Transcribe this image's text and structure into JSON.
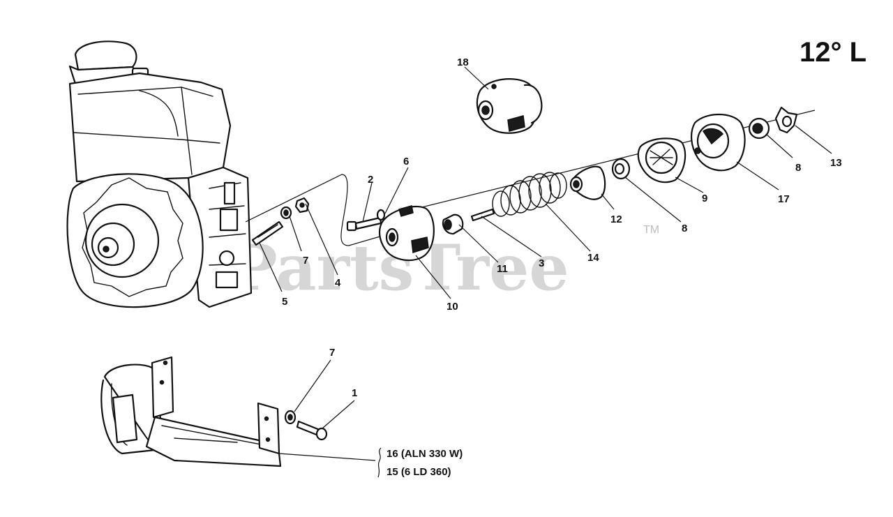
{
  "badge": "12° L",
  "watermark": {
    "text": "PartsTree",
    "tm": "TM"
  },
  "callouts": {
    "c1": "1",
    "c2": "2",
    "c3": "3",
    "c4": "4",
    "c5": "5",
    "c6": "6",
    "c7a": "7",
    "c7b": "7",
    "c8a": "8",
    "c8b": "8",
    "c9": "9",
    "c10": "10",
    "c11": "11",
    "c12": "12",
    "c13": "13",
    "c14": "14",
    "c17": "17",
    "c18": "18"
  },
  "references": {
    "r16": "16  (ALN 330 W)",
    "r15": "15  (6 LD 360)"
  }
}
